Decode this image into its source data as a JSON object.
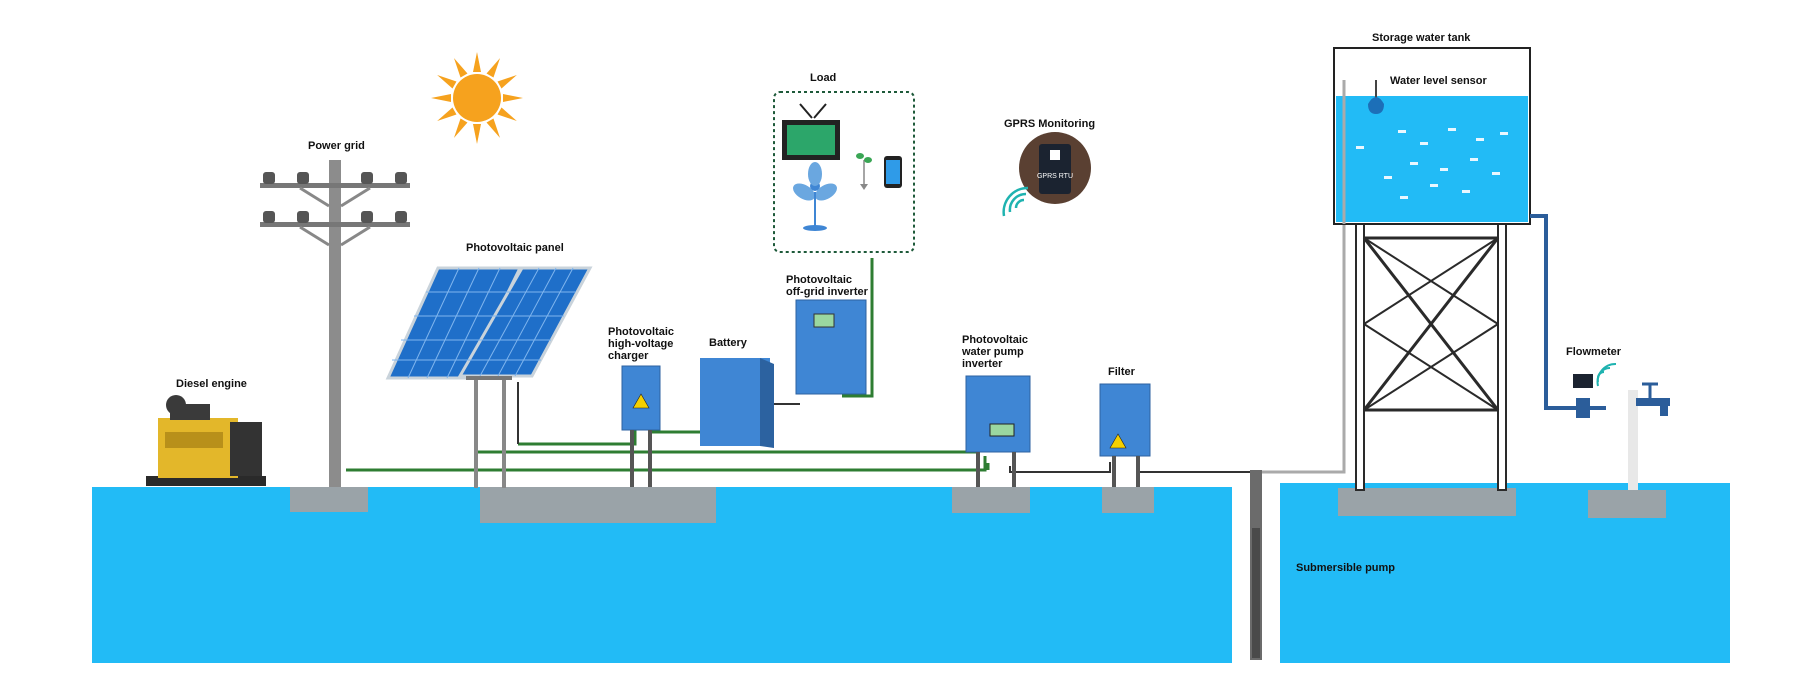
{
  "labels": {
    "power_grid": "Power grid",
    "pv_panel": "Photovoltaic panel",
    "diesel_engine": "Diesel engine",
    "hv_charger": [
      "Photovoltaic",
      "high-voltage",
      "charger"
    ],
    "battery": "Battery",
    "load": "Load",
    "offgrid_inverter": [
      "Photovoltaic",
      "off-grid inverter"
    ],
    "gprs": "GPRS Monitoring",
    "pump_inverter": [
      "Photovoltaic",
      "water pump",
      "inverter"
    ],
    "filter": "Filter",
    "storage_tank": "Storage water tank",
    "level_sensor": "Water level sensor",
    "flowmeter": "Flowmeter",
    "submersible_pump": "Submersible pump"
  },
  "device_text": {
    "gprs_screen": "GPRS RTU"
  },
  "colors": {
    "water": "#22bbf6",
    "device_blue": "#3f86d4",
    "cable_green": "#2e7d32",
    "concrete": "#9aa3a8",
    "sun": "#f6a21e",
    "diesel_yellow": "#e3b72a",
    "pole_grey": "#8c8c8c"
  },
  "icons": [
    "sun-icon",
    "tv-icon",
    "fan-icon",
    "plant-icon",
    "phone-icon",
    "wifi-signal-icon",
    "warning-icon",
    "faucet-icon"
  ]
}
